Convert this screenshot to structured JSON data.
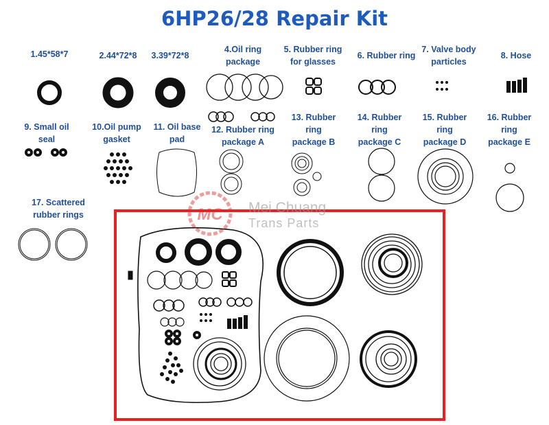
{
  "title": "6HP26/28 Repair Kit",
  "items": [
    {
      "label": "1.45*58*7"
    },
    {
      "label": "2.44*72*8"
    },
    {
      "label": "3.39*72*8"
    },
    {
      "line1": "4.Oil ring",
      "line2": "package"
    },
    {
      "line1": "5. Rubber ring",
      "line2": "for glasses"
    },
    {
      "label": "6. Rubber ring"
    },
    {
      "line1": "7. Valve body",
      "line2": "particles"
    },
    {
      "label": "8. Hose"
    },
    {
      "line1": "9. Small oil",
      "line2": "seal"
    },
    {
      "line1": "10.Oil pump",
      "line2": "gasket"
    },
    {
      "line1": "11. Oil base",
      "line2": "pad"
    },
    {
      "line1": "12. Rubber ring",
      "line2": "package A"
    },
    {
      "line1": "13. Rubber",
      "line2": "ring",
      "line3": "package B"
    },
    {
      "line1": "14. Rubber",
      "line2": "ring",
      "line3": "package C"
    },
    {
      "line1": "15. Rubber",
      "line2": "ring",
      "line3": "package D"
    },
    {
      "line1": "16. Rubber",
      "line2": "ring",
      "line3": "package E"
    },
    {
      "line1": "17. Scattered",
      "line2": "rubber rings"
    }
  ],
  "watermark": {
    "logo": "MC",
    "line1": "Mei Chuang",
    "line2": "Trans Parts"
  },
  "colors": {
    "title": "#1d5bbd",
    "labels": "#1f4f99",
    "highlight_box": "#e8201f",
    "parts": "#111111"
  }
}
